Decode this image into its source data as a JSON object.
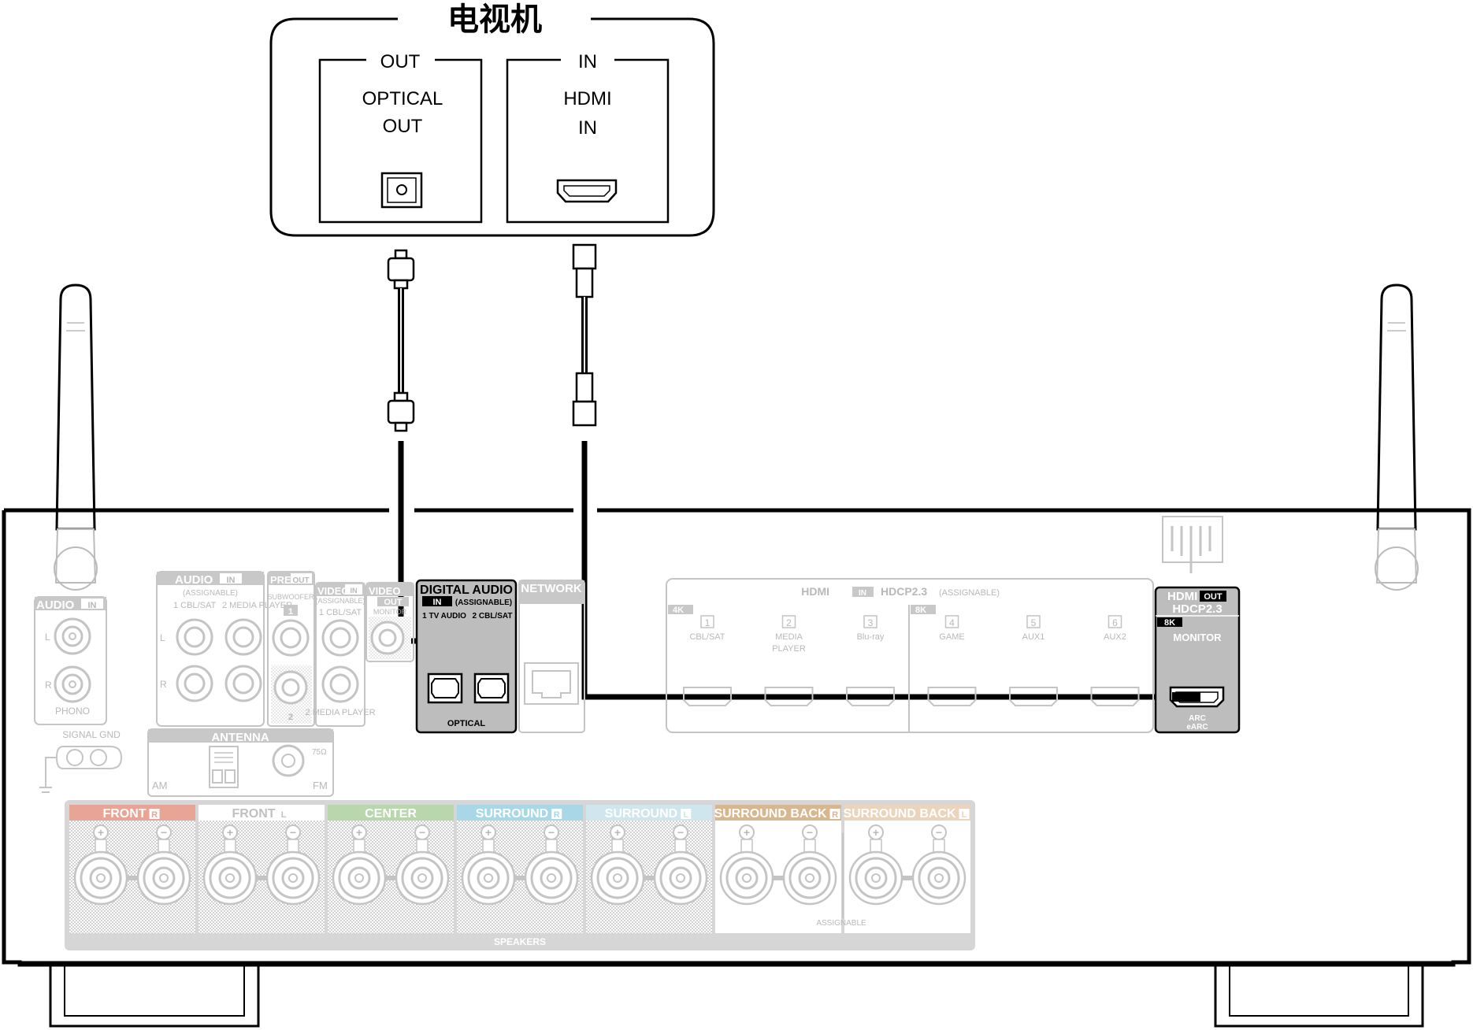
{
  "tv": {
    "title": "电视机",
    "out_header": "OUT",
    "optical_line1": "OPTICAL",
    "optical_line2": "OUT",
    "in_header": "IN",
    "hdmi_line1": "HDMI",
    "hdmi_line2": "IN"
  },
  "receiver": {
    "phono": {
      "title": "AUDIO",
      "tag": "IN",
      "left": "L",
      "right": "R",
      "label": "PHONO"
    },
    "signal_gnd": "SIGNAL GND",
    "audio_in": {
      "title": "AUDIO",
      "tag": "IN",
      "sub": "(ASSIGNABLE)",
      "col1": "1 CBL/SAT",
      "col2": "2 MEDIA PLAYER",
      "left": "L",
      "right": "R"
    },
    "pre_out": {
      "title": "PRE",
      "tag": "OUT",
      "sub": "SUBWOOFER",
      "num1": "1",
      "num2": "2"
    },
    "video_in": {
      "title": "VIDEO",
      "tag": "IN",
      "sub": "(ASSIGNABLE)",
      "col1": "1 CBL/SAT",
      "col2": "2 MEDIA PLAYER"
    },
    "video_out": {
      "title": "VIDEO",
      "tag": "OUT",
      "sub": "MONITOR"
    },
    "digital_audio": {
      "title": "DIGITAL AUDIO",
      "tag": "IN",
      "sub": "(ASSIGNABLE)",
      "port1": "1 TV AUDIO",
      "port2": "2 CBL/SAT",
      "label": "OPTICAL"
    },
    "network": "NETWORK",
    "antenna": {
      "title": "ANTENNA",
      "am": "AM",
      "fm": "FM",
      "ohm": "75Ω"
    },
    "hdmi_in": {
      "title": "HDMI",
      "tag": "IN",
      "hdcp": "HDCP2.3",
      "sub": "(ASSIGNABLE)",
      "group_4k": "4K",
      "group_8k": "8K",
      "ports": [
        {
          "num": "1",
          "label": "CBL/SAT"
        },
        {
          "num": "2",
          "label": "MEDIA PLAYER"
        },
        {
          "num": "3",
          "label": "Blu-ray"
        },
        {
          "num": "4",
          "label": "GAME"
        },
        {
          "num": "5",
          "label": "AUX1"
        },
        {
          "num": "6",
          "label": "AUX2"
        }
      ]
    },
    "hdmi_out": {
      "title": "HDMI",
      "tag": "OUT",
      "hdcp": "HDCP2.3",
      "badge": "8K",
      "label": "MONITOR",
      "arc": "ARC",
      "earc": "eARC"
    },
    "speakers": {
      "label": "SPEAKERS",
      "assignable": "ASSIGNABLE",
      "channels": [
        {
          "name": "FRONT",
          "side": "R",
          "color": "#e8a596"
        },
        {
          "name": "FRONT",
          "side": "L",
          "color": "#ffffff"
        },
        {
          "name": "CENTER",
          "side": "",
          "color": "#b9d7ad"
        },
        {
          "name": "SURROUND",
          "side": "R",
          "color": "#a8d8e8"
        },
        {
          "name": "SURROUND",
          "side": "L",
          "color": "#cfe6ef"
        },
        {
          "name": "SURROUND BACK",
          "side": "R",
          "color": "#d8b690"
        },
        {
          "name": "SURROUND BACK",
          "side": "L",
          "color": "#ead4bb"
        }
      ]
    }
  },
  "colors": {
    "line": "#000000",
    "faded": "#b8b8b8",
    "highlight": "#bdbdbd"
  }
}
